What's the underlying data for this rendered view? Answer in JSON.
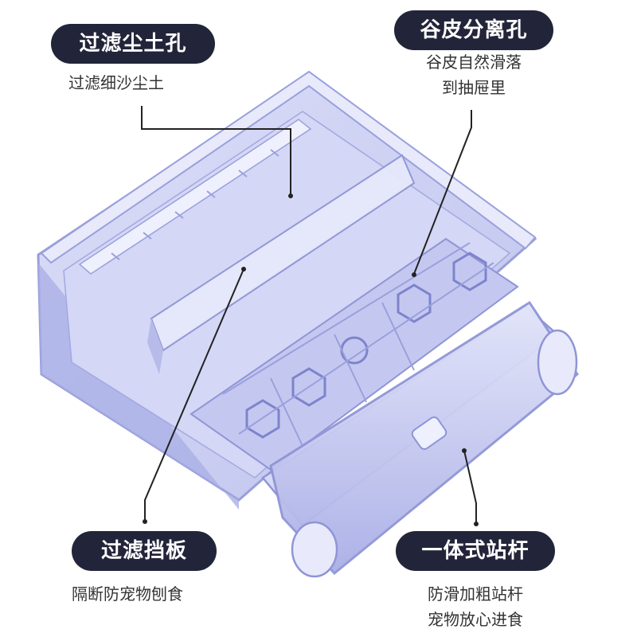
{
  "callouts": {
    "filter_dust": {
      "title": "过滤尘土孔",
      "desc": [
        "过滤细沙尘土"
      ]
    },
    "husk_separation": {
      "title": "谷皮分离孔",
      "desc": [
        "谷皮自然滑落",
        "到抽屉里"
      ]
    },
    "filter_baffle": {
      "title": "过滤挡板",
      "desc": [
        "隔断防宠物刨食"
      ]
    },
    "perch_bar": {
      "title": "一体式站杆",
      "desc": [
        "防滑加粗站杆",
        "宠物放心进食"
      ]
    }
  },
  "colors": {
    "pill_bg": "#22253a",
    "pill_text": "#ffffff",
    "caption_text": "#333333",
    "plastic_fill": "#c9cdf2",
    "plastic_edge": "#8f95d6",
    "leader_line": "#222222"
  }
}
